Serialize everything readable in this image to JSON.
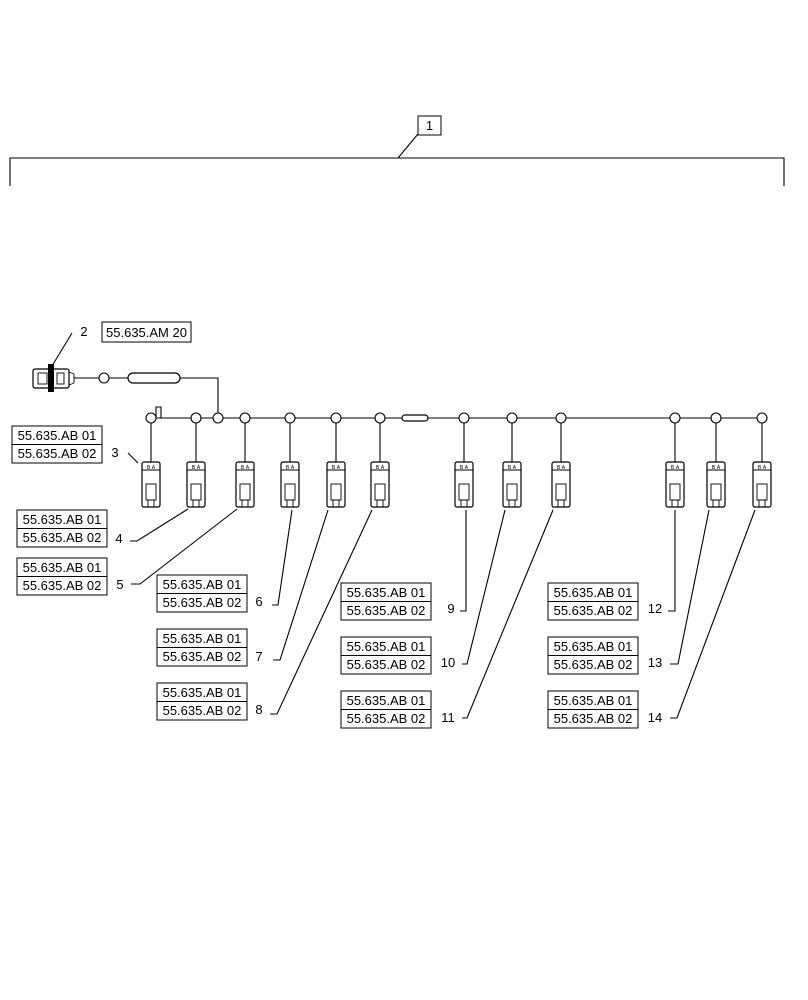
{
  "callout_main": "1",
  "main_connector": {
    "item": "2",
    "ref": "55.635.AM 20"
  },
  "branches": [
    {
      "item": "3",
      "refs": [
        "55.635.AB 01",
        "55.635.AB 02"
      ]
    },
    {
      "item": "4",
      "refs": [
        "55.635.AB 01",
        "55.635.AB 02"
      ]
    },
    {
      "item": "5",
      "refs": [
        "55.635.AB 01",
        "55.635.AB 02"
      ]
    },
    {
      "item": "6",
      "refs": [
        "55.635.AB 01",
        "55.635.AB 02"
      ]
    },
    {
      "item": "7",
      "refs": [
        "55.635.AB 01",
        "55.635.AB 02"
      ]
    },
    {
      "item": "8",
      "refs": [
        "55.635.AB 01",
        "55.635.AB 02"
      ]
    },
    {
      "item": "9",
      "refs": [
        "55.635.AB 01",
        "55.635.AB 02"
      ]
    },
    {
      "item": "10",
      "refs": [
        "55.635.AB 01",
        "55.635.AB 02"
      ]
    },
    {
      "item": "11",
      "refs": [
        "55.635.AB 01",
        "55.635.AB 02"
      ]
    },
    {
      "item": "12",
      "refs": [
        "55.635.AB 01",
        "55.635.AB 02"
      ]
    },
    {
      "item": "13",
      "refs": [
        "55.635.AB 01",
        "55.635.AB 02"
      ]
    },
    {
      "item": "14",
      "refs": [
        "55.635.AB 01",
        "55.635.AB 02"
      ]
    }
  ]
}
